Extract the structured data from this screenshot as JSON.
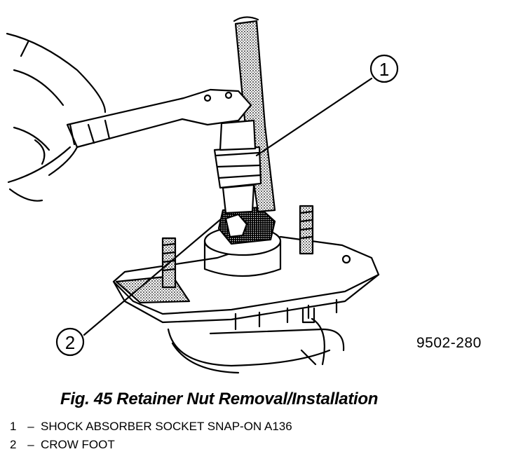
{
  "callouts": [
    {
      "number": "1"
    },
    {
      "number": "2"
    }
  ],
  "figure_id": "9502-280",
  "caption": "Fig. 45 Retainer Nut Removal/Installation",
  "legend": [
    {
      "number": "1",
      "separator": "–",
      "label": "SHOCK ABSORBER SOCKET SNAP-ON A136"
    },
    {
      "number": "2",
      "separator": "–",
      "label": "CROW FOOT"
    }
  ]
}
